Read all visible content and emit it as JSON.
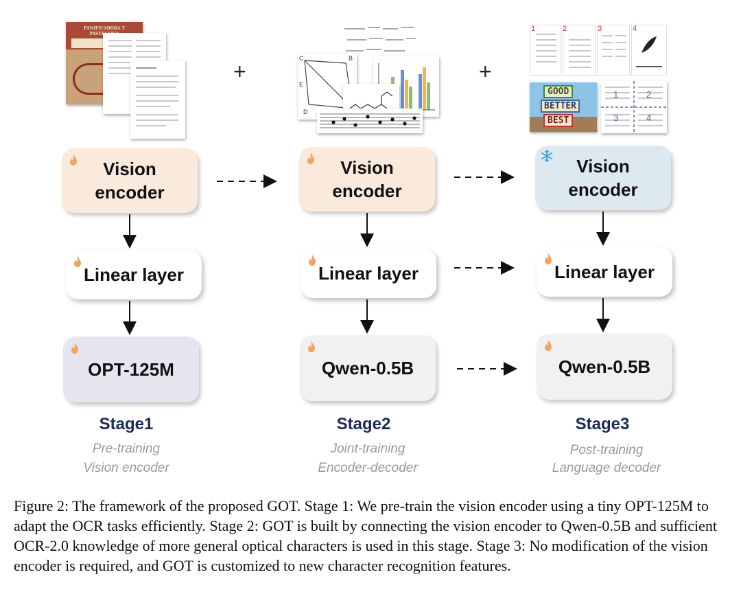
{
  "icons": {
    "trainable": "flame-icon",
    "frozen": "snowflake-icon",
    "plus": "plus-icon",
    "arrow": "arrow-down-icon",
    "dashed_arrow": "dashed-arrow-right-icon"
  },
  "colors": {
    "trainable_fill": "#faeadc",
    "frozen_fill": "#dde9f1",
    "flame": "#f2a35e",
    "snowflake": "#4aa3df",
    "stage_title": "#1b2b57",
    "stage_subtitle": "#9a9a9a"
  },
  "stages": [
    {
      "vision_encoder": "Vision encoder",
      "linear": "Linear layer",
      "llm": "OPT-125M",
      "title": "Stage1",
      "sub1": "Pre-training",
      "sub2": "Vision encoder"
    },
    {
      "vision_encoder": "Vision encoder",
      "linear": "Linear layer",
      "llm": "Qwen-0.5B",
      "title": "Stage2",
      "sub1": "Joint-training",
      "sub2": "Encoder-decoder"
    },
    {
      "vision_encoder": "Vision encoder",
      "linear": "Linear layer",
      "llm": "Qwen-0.5B",
      "title": "Stage3",
      "sub1": "Post-training",
      "sub2": "Language decoder"
    }
  ],
  "plus_sign": "+",
  "thumbnails": {
    "stage1_poster": "PANIFICADORA Y PASTELERIA",
    "stage3_signs": [
      "GOOD",
      "BETTER",
      "BEST"
    ],
    "stage3_page_numbers": [
      "1",
      "2",
      "3",
      "4"
    ],
    "stage3_grid_numbers": [
      "1",
      "2",
      "3",
      "4"
    ],
    "stage2_axis_letters": [
      "C",
      "E",
      "D",
      "B"
    ]
  },
  "caption": "Figure 2: The framework of the proposed GOT. Stage 1: We pre-train the vision encoder using a tiny OPT-125M to adapt the OCR tasks efficiently. Stage 2: GOT is built by connecting the vision encoder to Qwen-0.5B and sufficient OCR-2.0 knowledge of more general optical characters is used in this stage. Stage 3: No modification of the vision encoder is required, and GOT is customized to new character recognition features."
}
